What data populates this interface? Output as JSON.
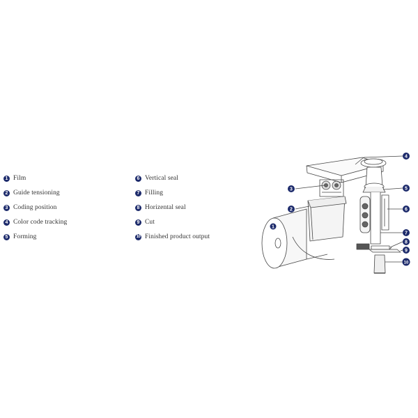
{
  "badge_color": "#1c2a6b",
  "legend": [
    {
      "num": "1",
      "label": "Film"
    },
    {
      "num": "2",
      "label": "Guide tensioning"
    },
    {
      "num": "3",
      "label": "Coding position"
    },
    {
      "num": "4",
      "label": "Color code tracking"
    },
    {
      "num": "5",
      "label": "Forming"
    },
    {
      "num": "6",
      "label": "Vertical seal"
    },
    {
      "num": "7",
      "label": "Filling"
    },
    {
      "num": "8",
      "label": "Horizental seal"
    },
    {
      "num": "9",
      "label": "Cut"
    },
    {
      "num": "10",
      "label": "Finished product output"
    }
  ],
  "callouts": [
    "1",
    "2",
    "3",
    "4",
    "5",
    "6",
    "7",
    "8",
    "9",
    "10"
  ]
}
